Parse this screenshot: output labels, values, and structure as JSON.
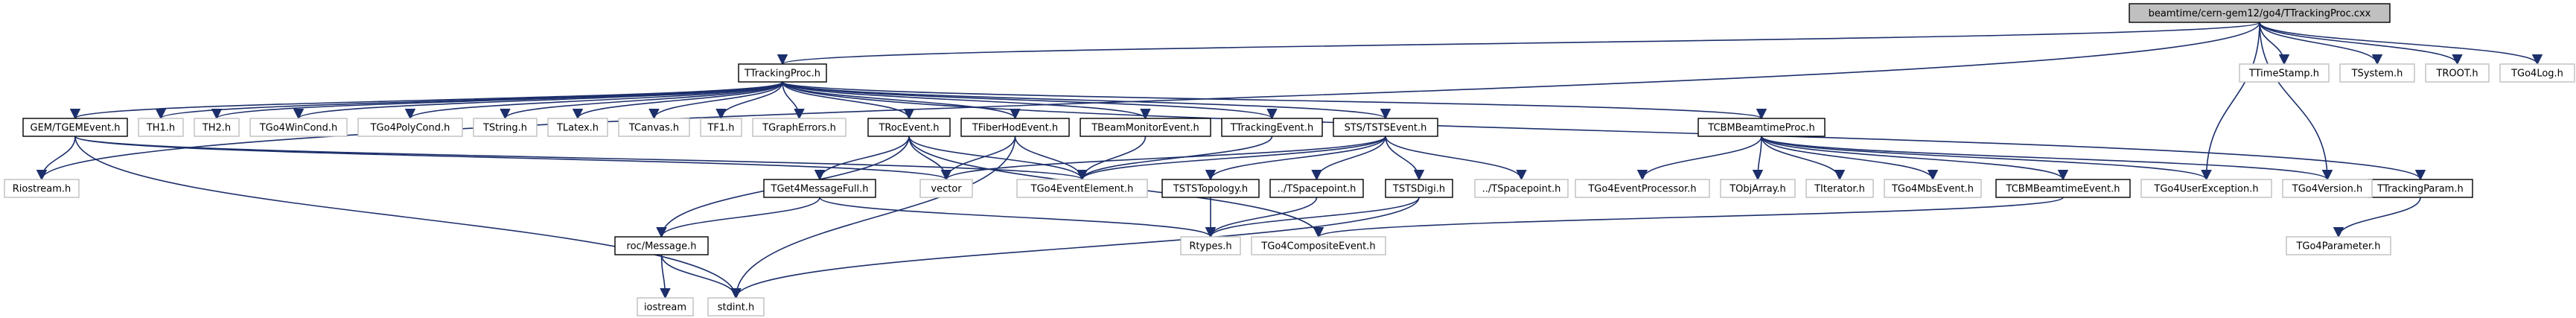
{
  "graph": {
    "nodes": [
      {
        "id": "root",
        "label": "beamtime/cern-gem12/go4/TTrackingProc.cxx",
        "kind": "root"
      },
      {
        "id": "TTrackingProc",
        "label": "TTrackingProc.h",
        "kind": "doc"
      },
      {
        "id": "TTimeStamp",
        "label": "TTimeStamp.h",
        "kind": "ext"
      },
      {
        "id": "TSystem",
        "label": "TSystem.h",
        "kind": "ext"
      },
      {
        "id": "TROOT",
        "label": "TROOT.h",
        "kind": "ext"
      },
      {
        "id": "TGo4Log",
        "label": "TGo4Log.h",
        "kind": "ext"
      },
      {
        "id": "GEMTGEMEvent",
        "label": "GEM/TGEMEvent.h",
        "kind": "doc"
      },
      {
        "id": "TH1",
        "label": "TH1.h",
        "kind": "ext"
      },
      {
        "id": "TH2",
        "label": "TH2.h",
        "kind": "ext"
      },
      {
        "id": "TGo4WinCond",
        "label": "TGo4WinCond.h",
        "kind": "ext"
      },
      {
        "id": "TGo4PolyCond",
        "label": "TGo4PolyCond.h",
        "kind": "ext"
      },
      {
        "id": "TString",
        "label": "TString.h",
        "kind": "ext"
      },
      {
        "id": "TLatex",
        "label": "TLatex.h",
        "kind": "ext"
      },
      {
        "id": "TCanvas",
        "label": "TCanvas.h",
        "kind": "ext"
      },
      {
        "id": "TF1",
        "label": "TF1.h",
        "kind": "ext"
      },
      {
        "id": "TGraphErrors",
        "label": "TGraphErrors.h",
        "kind": "ext"
      },
      {
        "id": "TRocEvent",
        "label": "TRocEvent.h",
        "kind": "doc"
      },
      {
        "id": "TFiberHodEvent",
        "label": "TFiberHodEvent.h",
        "kind": "doc"
      },
      {
        "id": "TBeamMonitorEvent",
        "label": "TBeamMonitorEvent.h",
        "kind": "doc"
      },
      {
        "id": "TTrackingEvent",
        "label": "TTrackingEvent.h",
        "kind": "doc"
      },
      {
        "id": "STSTSTSEvent",
        "label": "STS/TSTSEvent.h",
        "kind": "doc"
      },
      {
        "id": "TCBMBeamtimeProc",
        "label": "TCBMBeamtimeProc.h",
        "kind": "doc"
      },
      {
        "id": "TTrackingParam",
        "label": "TTrackingParam.h",
        "kind": "doc"
      },
      {
        "id": "Riostream",
        "label": "Riostream.h",
        "kind": "ext"
      },
      {
        "id": "vector",
        "label": "vector",
        "kind": "ext"
      },
      {
        "id": "TGo4EventElement",
        "label": "TGo4EventElement.h",
        "kind": "ext"
      },
      {
        "id": "TSTSTopology",
        "label": "TSTSTopology.h",
        "kind": "doc"
      },
      {
        "id": "TSpacepoint1",
        "label": "../TSpacepoint.h",
        "kind": "doc"
      },
      {
        "id": "TSTSDigi",
        "label": "TSTSDigi.h",
        "kind": "doc"
      },
      {
        "id": "TSpacepoint2",
        "label": "../TSpacepoint.h",
        "kind": "ext"
      },
      {
        "id": "TGo4EventProcessor",
        "label": "TGo4EventProcessor.h",
        "kind": "ext"
      },
      {
        "id": "TObjArray",
        "label": "TObjArray.h",
        "kind": "ext"
      },
      {
        "id": "TIterator",
        "label": "TIterator.h",
        "kind": "ext"
      },
      {
        "id": "TGo4MbsEvent",
        "label": "TGo4MbsEvent.h",
        "kind": "ext"
      },
      {
        "id": "TCBMBeamtimeEvent",
        "label": "TCBMBeamtimeEvent.h",
        "kind": "doc"
      },
      {
        "id": "TGo4UserException",
        "label": "TGo4UserException.h",
        "kind": "ext"
      },
      {
        "id": "TGo4Version",
        "label": "TGo4Version.h",
        "kind": "ext"
      },
      {
        "id": "TGet4MessageFull",
        "label": "TGet4MessageFull.h",
        "kind": "doc"
      },
      {
        "id": "rocMessage",
        "label": "roc/Message.h",
        "kind": "doc"
      },
      {
        "id": "Rtypes",
        "label": "Rtypes.h",
        "kind": "ext"
      },
      {
        "id": "TGo4CompositeEvent",
        "label": "TGo4CompositeEvent.h",
        "kind": "ext"
      },
      {
        "id": "TGo4Parameter",
        "label": "TGo4Parameter.h",
        "kind": "ext"
      },
      {
        "id": "iostream",
        "label": "iostream",
        "kind": "ext"
      },
      {
        "id": "stdint",
        "label": "stdint.h",
        "kind": "ext"
      }
    ],
    "edges": [
      [
        "root",
        "TTrackingProc"
      ],
      [
        "root",
        "TTimeStamp"
      ],
      [
        "root",
        "TSystem"
      ],
      [
        "root",
        "TROOT"
      ],
      [
        "root",
        "TGo4Log"
      ],
      [
        "root",
        "Riostream"
      ],
      [
        "root",
        "TGo4UserException"
      ],
      [
        "root",
        "TGo4Version"
      ],
      [
        "TTrackingProc",
        "GEMTGEMEvent"
      ],
      [
        "TTrackingProc",
        "TH1"
      ],
      [
        "TTrackingProc",
        "TH2"
      ],
      [
        "TTrackingProc",
        "TGo4WinCond"
      ],
      [
        "TTrackingProc",
        "TGo4PolyCond"
      ],
      [
        "TTrackingProc",
        "TString"
      ],
      [
        "TTrackingProc",
        "TLatex"
      ],
      [
        "TTrackingProc",
        "TCanvas"
      ],
      [
        "TTrackingProc",
        "TF1"
      ],
      [
        "TTrackingProc",
        "TGraphErrors"
      ],
      [
        "TTrackingProc",
        "TRocEvent"
      ],
      [
        "TTrackingProc",
        "TFiberHodEvent"
      ],
      [
        "TTrackingProc",
        "TBeamMonitorEvent"
      ],
      [
        "TTrackingProc",
        "TTrackingEvent"
      ],
      [
        "TTrackingProc",
        "STSTSTSEvent"
      ],
      [
        "TTrackingProc",
        "TCBMBeamtimeProc"
      ],
      [
        "TTrackingProc",
        "TTrackingParam"
      ],
      [
        "GEMTGEMEvent",
        "Riostream"
      ],
      [
        "GEMTGEMEvent",
        "vector"
      ],
      [
        "GEMTGEMEvent",
        "TGo4EventElement"
      ],
      [
        "GEMTGEMEvent",
        "stdint"
      ],
      [
        "TRocEvent",
        "TGet4MessageFull"
      ],
      [
        "TRocEvent",
        "rocMessage"
      ],
      [
        "TRocEvent",
        "vector"
      ],
      [
        "TRocEvent",
        "TGo4EventElement"
      ],
      [
        "TRocEvent",
        "TGo4CompositeEvent"
      ],
      [
        "TFiberHodEvent",
        "vector"
      ],
      [
        "TFiberHodEvent",
        "TGo4EventElement"
      ],
      [
        "TFiberHodEvent",
        "stdint"
      ],
      [
        "TBeamMonitorEvent",
        "TGo4EventElement"
      ],
      [
        "TTrackingEvent",
        "TGo4EventElement"
      ],
      [
        "STSTSTSEvent",
        "vector"
      ],
      [
        "STSTSTSEvent",
        "TGo4EventElement"
      ],
      [
        "STSTSTSEvent",
        "TSTSTopology"
      ],
      [
        "STSTSTSEvent",
        "TSpacepoint1"
      ],
      [
        "STSTSTSEvent",
        "TSTSDigi"
      ],
      [
        "STSTSTSEvent",
        "TSpacepoint2"
      ],
      [
        "TCBMBeamtimeProc",
        "TGo4EventProcessor"
      ],
      [
        "TCBMBeamtimeProc",
        "TObjArray"
      ],
      [
        "TCBMBeamtimeProc",
        "TIterator"
      ],
      [
        "TCBMBeamtimeProc",
        "TGo4MbsEvent"
      ],
      [
        "TCBMBeamtimeProc",
        "TCBMBeamtimeEvent"
      ],
      [
        "TCBMBeamtimeProc",
        "TGo4UserException"
      ],
      [
        "TCBMBeamtimeProc",
        "TGo4Version"
      ],
      [
        "TCBMBeamtimeEvent",
        "TGo4CompositeEvent"
      ],
      [
        "TTrackingParam",
        "TGo4Parameter"
      ],
      [
        "TGet4MessageFull",
        "rocMessage"
      ],
      [
        "TGet4MessageFull",
        "Rtypes"
      ],
      [
        "rocMessage",
        "iostream"
      ],
      [
        "rocMessage",
        "stdint"
      ],
      [
        "TSTSTopology",
        "Rtypes"
      ],
      [
        "TSpacepoint1",
        "Rtypes"
      ],
      [
        "TSTSDigi",
        "Rtypes"
      ],
      [
        "TSTSDigi",
        "stdint"
      ]
    ],
    "colors": {
      "edge": "#1c2f6b",
      "ext_border": "#bfbfbf",
      "doc_border": "#000000",
      "root_fill": "#c0c0c0"
    }
  }
}
